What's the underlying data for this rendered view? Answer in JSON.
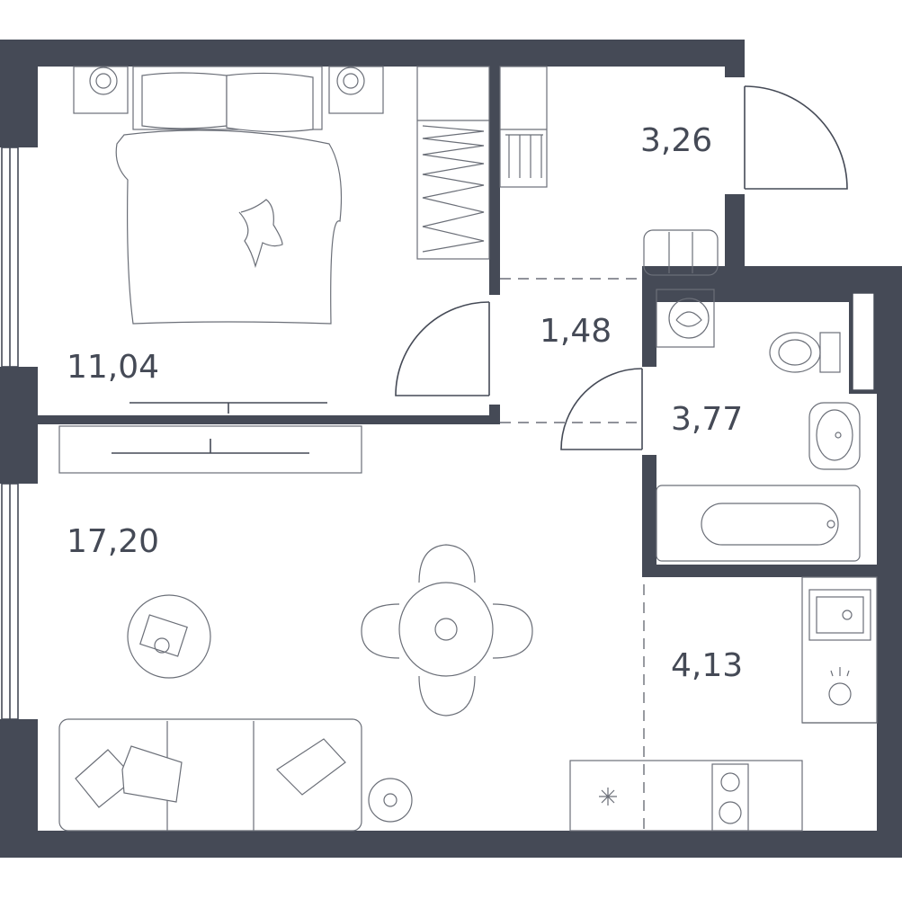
{
  "rooms": [
    {
      "id": "bedroom",
      "area": "11,04"
    },
    {
      "id": "entry",
      "area": "3,26"
    },
    {
      "id": "hall",
      "area": "1,48"
    },
    {
      "id": "bathroom",
      "area": "3,77"
    },
    {
      "id": "living",
      "area": "17,20"
    },
    {
      "id": "kitchen",
      "area": "4,13"
    }
  ],
  "colors": {
    "wall": "#454a56",
    "furniture": "#6b6f78",
    "background": "#ffffff"
  }
}
